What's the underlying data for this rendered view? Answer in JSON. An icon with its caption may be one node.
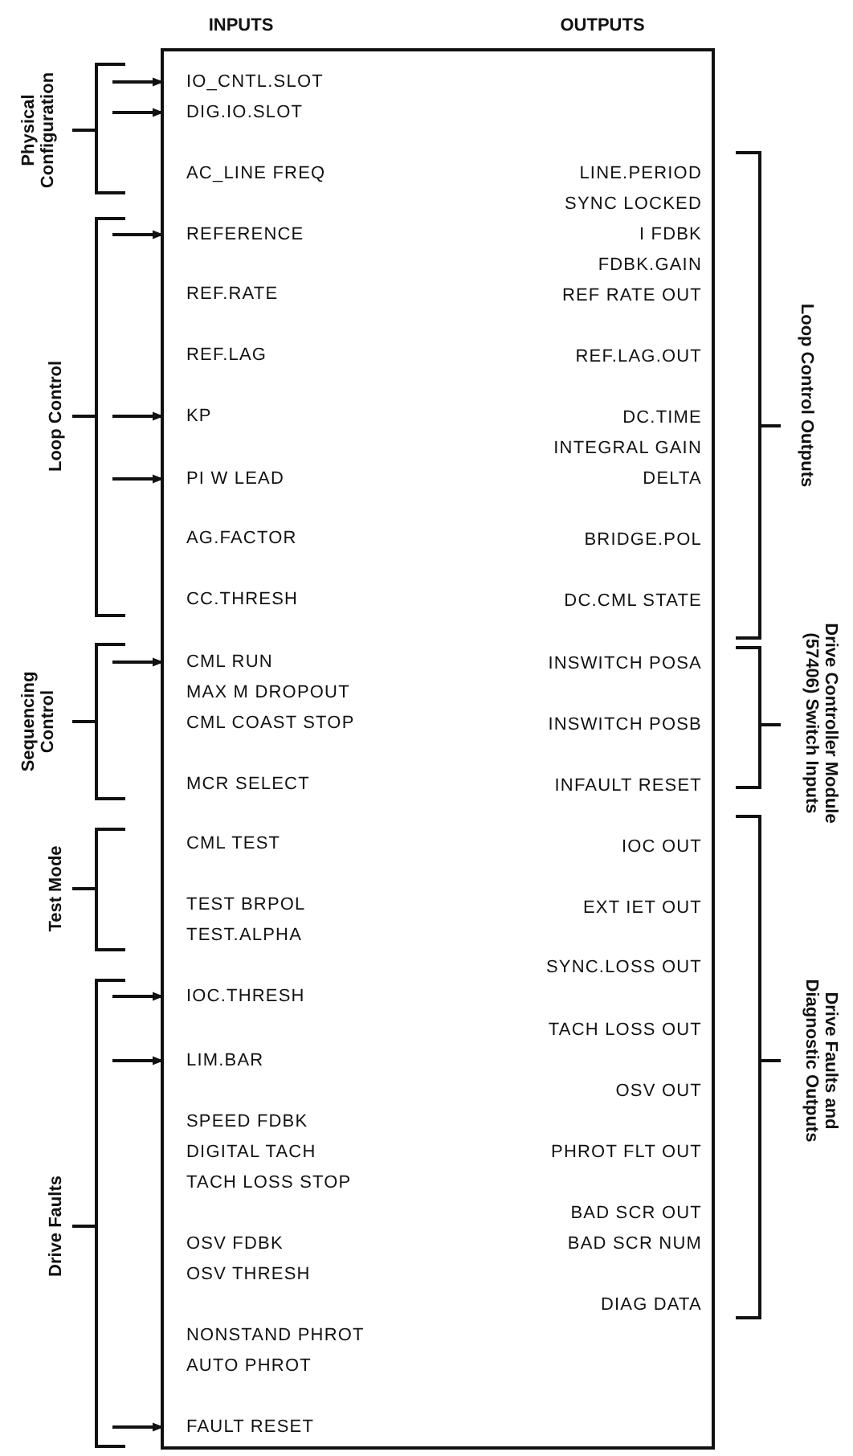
{
  "diagram": {
    "nodes": [
      {
        "text": [],
        "shape": "box"
      },
      {
        "text": [
          "IO_CNTL.SLOT"
        ],
        "in": 0
      },
      {
        "text": [
          "DIG.IO.SLOT"
        ],
        "in": 0
      },
      {
        "text": [
          "AC_LINE FREQ"
        ],
        "in": 0
      },
      {
        "text": [
          "REFERENCE"
        ],
        "in": 0
      },
      {
        "text": [
          "REF.RATE"
        ],
        "in": 0
      },
      {
        "text": [
          "REF.LAG"
        ],
        "in": 0
      },
      {
        "text": [
          "KP"
        ],
        "in": 0
      },
      {
        "text": [
          "PI W LEAD"
        ],
        "in": 0
      },
      {
        "text": [
          "AG.FACTOR"
        ],
        "in": 0
      },
      {
        "text": [
          "CC.THRESH"
        ],
        "in": 0
      },
      {
        "text": [
          "CML RUN"
        ],
        "in": 0
      },
      {
        "text": [
          "MAX M DROPOUT"
        ],
        "in": 0
      },
      {
        "text": [
          "CML COAST STOP"
        ],
        "in": 0
      },
      {
        "text": [
          "MCR SELECT"
        ],
        "in": 0
      },
      {
        "text": [
          "CML TEST"
        ],
        "in": 0
      },
      {
        "text": [
          "TEST BRPOL"
        ],
        "in": 0
      },
      {
        "text": [
          "TEST.ALPHA"
        ],
        "in": 0
      },
      {
        "text": [
          "IOC.THRESH"
        ],
        "in": 0
      },
      {
        "text": [
          "LIM.BAR"
        ],
        "in": 0
      },
      {
        "text": [
          "SPEED FDBK"
        ],
        "in": 0
      },
      {
        "text": [
          "DIGITAL TACH"
        ],
        "in": 0
      },
      {
        "text": [
          "TACH LOSS STOP"
        ],
        "in": 0
      },
      {
        "text": [
          "OSV FDBK"
        ],
        "in": 0
      },
      {
        "text": [
          "OSV THRESH"
        ],
        "in": 0
      },
      {
        "text": [
          "NONSTAND PHROT"
        ],
        "in": 0
      },
      {
        "text": [
          "AUTO PHROT"
        ],
        "in": 0
      },
      {
        "text": [
          "FAULT RESET"
        ],
        "in": 0
      },
      {
        "text": [
          "LINE.PERIOD"
        ],
        "in": 0
      },
      {
        "text": [
          "SYNC LOCKED"
        ],
        "in": 0
      },
      {
        "text": [
          "I FDBK"
        ],
        "in": 0
      },
      {
        "text": [
          "FDBK.GAIN"
        ],
        "in": 0
      },
      {
        "text": [
          "REF RATE OUT"
        ],
        "in": 0
      },
      {
        "text": [
          "REF.LAG.OUT"
        ],
        "in": 0
      },
      {
        "text": [
          "DC.TIME"
        ],
        "in": 0
      },
      {
        "text": [
          "INTEGRAL GAIN"
        ],
        "in": 0
      },
      {
        "text": [
          "DELTA"
        ],
        "in": 0
      },
      {
        "text": [
          "BRIDGE.POL"
        ],
        "in": 0
      },
      {
        "text": [
          "DC.CML STATE"
        ],
        "in": 0
      },
      {
        "text": [
          "INSWITCH POSA"
        ],
        "in": 0
      },
      {
        "text": [
          "INSWITCH POSB"
        ],
        "in": 0
      },
      {
        "text": [
          "INFAULT RESET"
        ],
        "in": 0
      },
      {
        "text": [
          "IOC OUT"
        ],
        "in": 0
      },
      {
        "text": [
          "EXT IET OUT"
        ],
        "in": 0
      },
      {
        "text": [
          "SYNC.LOSS OUT"
        ],
        "in": 0
      },
      {
        "text": [
          "TACH LOSS OUT"
        ],
        "in": 0
      },
      {
        "text": [
          "OSV OUT"
        ],
        "in": 0
      },
      {
        "text": [
          "PHROT FLT OUT"
        ],
        "in": 0
      },
      {
        "text": [
          "BAD SCR OUT"
        ],
        "in": 0
      },
      {
        "text": [
          "BAD SCR NUM"
        ],
        "in": 0
      },
      {
        "text": [
          "DIAG DATA"
        ],
        "in": 0
      }
    ],
    "edges": [
      {
        "from": null,
        "to": 1,
        "arrow": "to"
      },
      {
        "from": null,
        "to": 2,
        "arrow": "to"
      },
      {
        "from": null,
        "to": 4,
        "arrow": "to"
      },
      {
        "from": null,
        "to": 7,
        "arrow": "to"
      },
      {
        "from": null,
        "to": 8,
        "arrow": "to"
      },
      {
        "from": null,
        "to": 11,
        "arrow": "to"
      },
      {
        "from": null,
        "to": 18,
        "arrow": "to"
      },
      {
        "from": null,
        "to": 19,
        "arrow": "to"
      },
      {
        "from": null,
        "to": 27,
        "arrow": "to"
      }
    ],
    "labels": [
      "INPUTS",
      "OUTPUTS",
      "Physical Configuration",
      "Loop Control",
      "Sequencing Control",
      "Test Mode",
      "Drive Faults",
      "Loop Control Outputs",
      "Drive Controller Module (57406) Switch Inputs",
      "Drive Faults and Diagnostic Outputs"
    ]
  }
}
